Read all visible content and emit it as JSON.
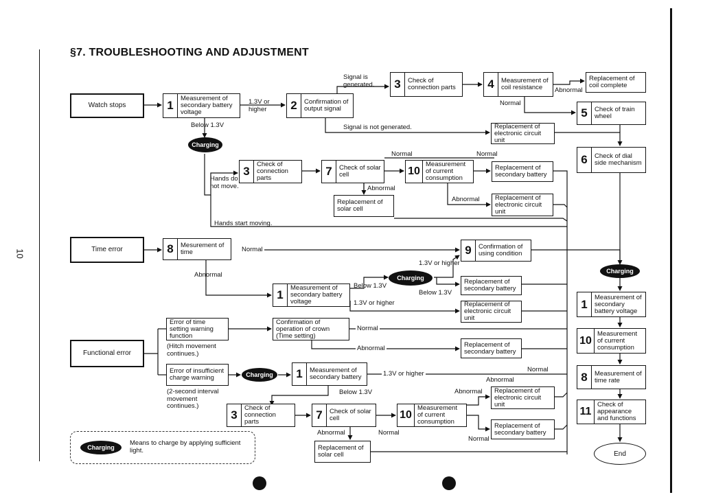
{
  "page": {
    "title": "§7. TROUBLESHOOTING AND ADJUSTMENT",
    "page_number": "10"
  },
  "charging_label": "Charging",
  "legend_text": "Means to charge by applying sufficient light.",
  "end_label": "End",
  "boxes": {
    "watch_stops": "Watch stops",
    "time_error": "Time error",
    "functional_error": "Functional error",
    "s1_num": "1",
    "s1": "Measurement of secondary battery voltage",
    "s2_num": "2",
    "s2": "Confirmation of output signal",
    "s3_num": "3",
    "s3": "Check of connection parts",
    "s4_num": "4",
    "s4": "Measurement of coil resistance",
    "coil_repl": "Replacement of coil complete",
    "s5_num": "5",
    "s5": "Check of train wheel",
    "ecu_repl_top": "Replacement of electronic circuit unit",
    "s6_num": "6",
    "s6": "Check of dial side mechanism",
    "c3_num": "3",
    "c3": "Check of connection parts",
    "c7_num": "7",
    "c7": "Check of solar cell",
    "c10_num": "10",
    "c10": "Measurement of current consumption",
    "sec_batt_repl_1": "Replacement of secondary battery",
    "ecu_repl_2": "Replacement of electronic circuit unit",
    "solar_repl_1": "Replacement of solar cell",
    "t8_num": "8",
    "t8": "Mesurement of time",
    "t9_num": "9",
    "t9": "Confirmation of using condition",
    "t1_num": "1",
    "t1": "Measurement of secondary battery voltage",
    "sec_batt_repl_2": "Replacement of secondary battery",
    "ecu_repl_3": "Replacement of electronic circuit unit",
    "err_time_setting": "Error of time setting warning function",
    "hitch_note": "(Hitch movement continues.)",
    "crown_check": "Confirmation of operation of crown (Time setting)",
    "sec_batt_repl_3": "Replacement of secondary battery",
    "err_insufficient": "Error of insufficient charge warning",
    "interval_note": "(2-second interval movement continues.)",
    "f1_num": "1",
    "f1": "Measurement of secondary battery",
    "ecu_repl_4": "Replacement of electronic circuit unit",
    "f3_num": "3",
    "f3": "Check of connection parts",
    "f7_num": "7",
    "f7": "Check of solar cell",
    "f10_num": "10",
    "f10": "Measurement of current consumption",
    "sec_batt_repl_4": "Replacement of secondary battery",
    "solar_repl_2": "Replacement of solar cell",
    "r1_num": "1",
    "r1": "Measurement of secondary battery voltage",
    "r10_num": "10",
    "r10": "Measurement of current consumption",
    "r8_num": "8",
    "r8": "Measurement of time rate",
    "r11_num": "11",
    "r11": "Check of appearance and functions"
  },
  "labels": {
    "v13_or_higher_a": "1.3V or higher",
    "below_13_a": "Below 1.3V",
    "signal_generated": "Signal is generated.",
    "signal_not_generated": "Signal is not generated.",
    "abnormal_coil": "Abnormal",
    "normal_coil": "Normal",
    "hands_do_not_move": "Hands do not move.",
    "normal_c7": "Normal",
    "normal_c10": "Normal",
    "abnormal_c7": "Abnormal",
    "abnormal_c10": "Abnormal",
    "hands_start_moving": "Hands start moving.",
    "normal_t8": "Normal",
    "abnormal_t8": "Abnormal",
    "v13_or_higher_b": "1.3V or higher",
    "below_13_b": "Below 1.3V",
    "below_13_c": "Below 1.3V",
    "v13_or_higher_c": "1.3V or higher",
    "normal_crown": "Normal",
    "abnormal_crown": "Abnormal",
    "v13_or_higher_d": "1.3V or higher",
    "normal_f1": "Normal",
    "below_13_d": "Below 1.3V",
    "abnormal_f10a": "Abnormal",
    "abnormal_f10b": "Abnormal",
    "normal_f10": "Normal",
    "abnormal_f7": "Abnormal",
    "normal_f7": "Normal"
  }
}
